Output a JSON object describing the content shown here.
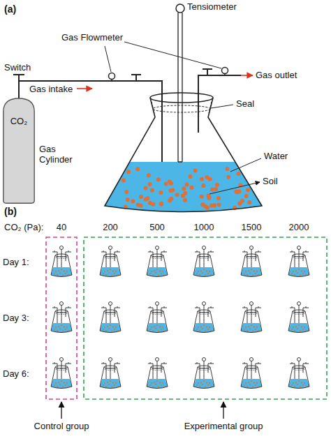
{
  "diagram": {
    "nodes": [
      {
        "text": [
          "CO₂"
        ]
      }
    ],
    "labels": [
      "(a)",
      "Tensiometer",
      "Gas Flowmeter",
      "Switch",
      "Gas outlet",
      "Gas intake",
      "Seal",
      "Gas Cylinder",
      "Water",
      "Soil",
      "(b)",
      "CO₂ (Pa):",
      "40",
      "200",
      "500",
      "1000",
      "1500",
      "2000",
      "Day 1:",
      "Day 3:",
      "Day 6:",
      "Control group",
      "Experimental group"
    ]
  }
}
